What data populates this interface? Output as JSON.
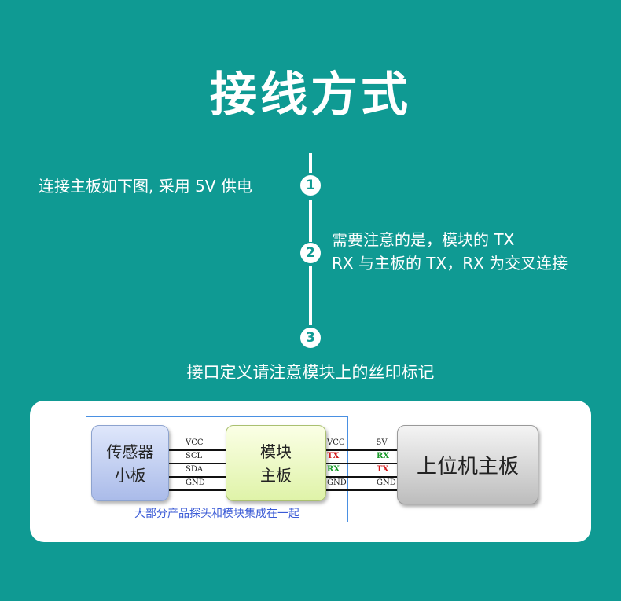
{
  "title": "接线方式",
  "steps": [
    {
      "num": "1",
      "text": "连接主板如下图, 采用 5V 供电"
    },
    {
      "num": "2",
      "line1": "需要注意的是，模块的 TX",
      "line2": "RX 与主板的 TX，RX 为交叉连接"
    },
    {
      "num": "3"
    }
  ],
  "note": "接口定义请注意模块上的丝印标记",
  "diagram": {
    "sensor_label": "传感器\n小板",
    "module_label": "模块\n主板",
    "host_label": "上位机主板",
    "left_pins": [
      "VCC",
      "SCL",
      "SDA",
      "GND"
    ],
    "module_right_pins": [
      "VCC",
      "TX",
      "RX",
      "GND"
    ],
    "host_pins": [
      "5V",
      "RX",
      "TX",
      "GND"
    ],
    "caption": "大部分产品探头和模块集成在一起",
    "colors": {
      "tx": "#d21a1a",
      "rx": "#1a9a2a"
    }
  }
}
